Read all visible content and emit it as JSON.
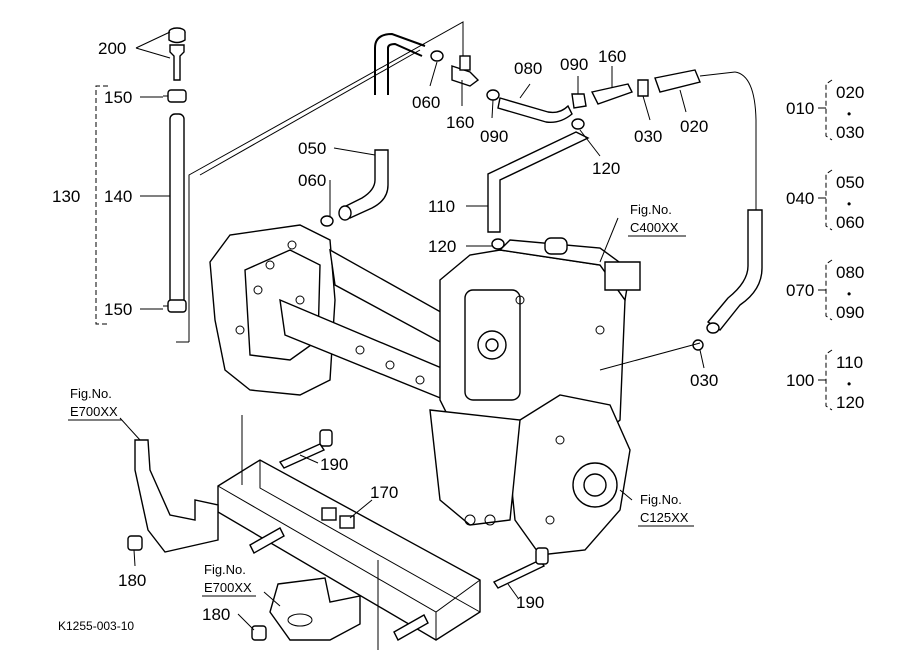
{
  "labels": {
    "p200": "200",
    "p150a": "150",
    "p130": "130",
    "p140": "140",
    "p150b": "150",
    "p050": "050",
    "p060a": "060",
    "p060b": "060",
    "p160a": "160",
    "p090a": "090",
    "p080": "080",
    "p090b": "090",
    "p160b": "160",
    "p030a": "030",
    "p020": "020",
    "p120a": "120",
    "p110": "110",
    "p120b": "120",
    "p030b": "030",
    "p190a": "190",
    "p170": "170",
    "p190b": "190",
    "p180a": "180",
    "p180b": "180"
  },
  "figrefs": {
    "c400": {
      "title": "Fig.No.",
      "code": "C400XX"
    },
    "e700a": {
      "title": "Fig.No.",
      "code": "E700XX"
    },
    "e700b": {
      "title": "Fig.No.",
      "code": "E700XX"
    },
    "c125": {
      "title": "Fig.No.",
      "code": "C125XX"
    }
  },
  "groups": [
    {
      "id": "010",
      "top": "020",
      "dot": "•",
      "bottom": "030"
    },
    {
      "id": "040",
      "top": "050",
      "dot": "•",
      "bottom": "060"
    },
    {
      "id": "070",
      "top": "080",
      "dot": "•",
      "bottom": "090"
    },
    {
      "id": "100",
      "top": "110",
      "dot": "•",
      "bottom": "120"
    }
  ],
  "drawing_code": "K1255-003-10"
}
